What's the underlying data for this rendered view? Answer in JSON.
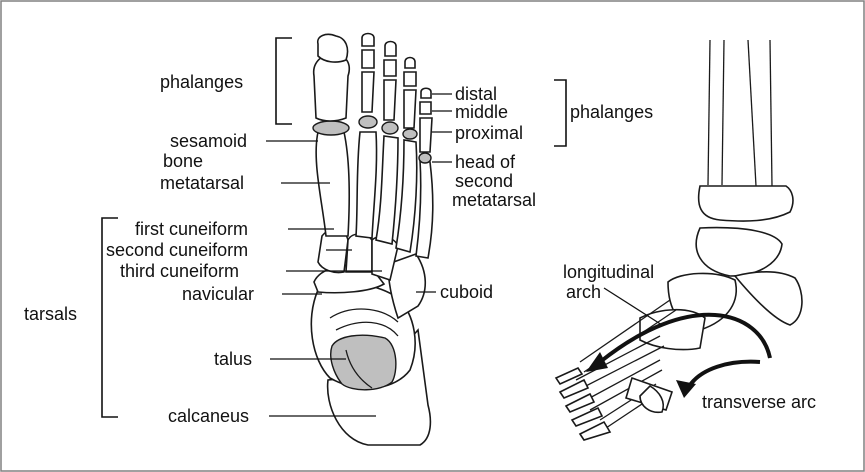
{
  "labels": {
    "phalanges_left": "phalanges",
    "sesamoid": "sesamoid",
    "bone": "bone",
    "metatarsal": "metatarsal",
    "first_cuneiform": "first cuneiform",
    "second_cuneiform": "second cuneiform",
    "third_cuneiform": "third cuneiform",
    "navicular": "navicular",
    "tarsals": "tarsals",
    "talus": "talus",
    "calcaneus": "calcaneus",
    "distal": "distal",
    "middle": "middle",
    "proximal": "proximal",
    "phalanges_right": "phalanges",
    "head_of": "head of",
    "second": "second",
    "metatarsal_2": "metatarsal",
    "cuboid": "cuboid",
    "longitudinal": "longitudinal",
    "arch": "arch",
    "transverse_arc": "transverse arc"
  },
  "colors": {
    "bone_outline": "#1a1a1a",
    "bone_fill": "#ffffff",
    "cartilage": "#bfbfbf",
    "border": "#808080"
  }
}
